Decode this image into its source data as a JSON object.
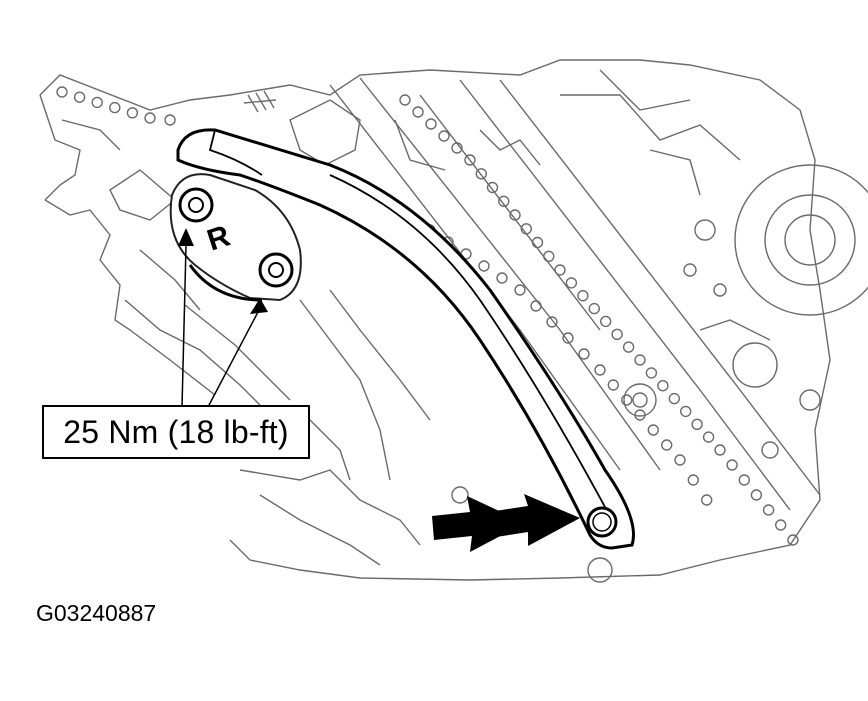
{
  "figure": {
    "torque_spec": "25 Nm (18 lb-ft)",
    "rotation_label": "R",
    "figure_id": "G03240887"
  },
  "colors": {
    "line": "#555555",
    "ink": "#000000",
    "background": "#ffffff"
  }
}
